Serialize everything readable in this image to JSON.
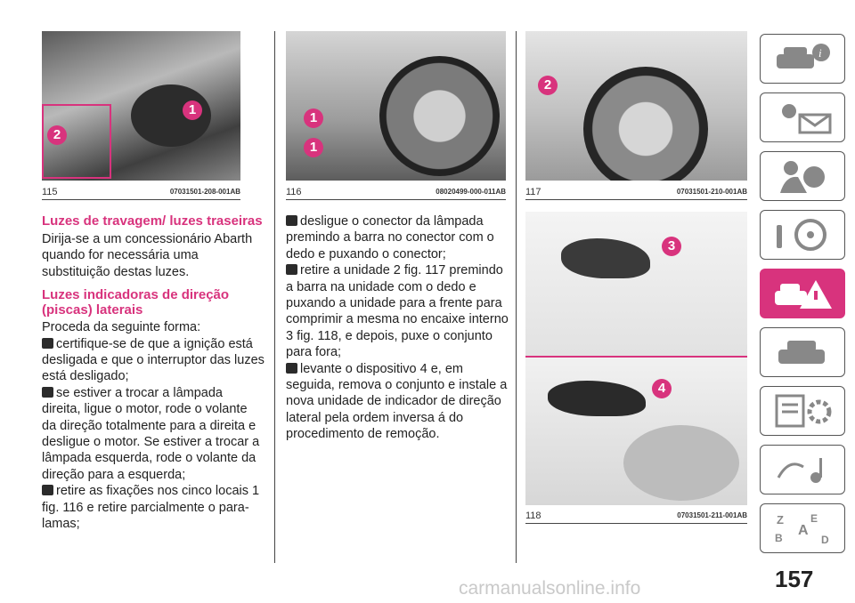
{
  "figures": [
    {
      "number": "115",
      "code": "07031501-208-001AB",
      "callouts": [
        "1",
        "2"
      ]
    },
    {
      "number": "116",
      "code": "08020499-000-011AB",
      "callouts": [
        "1",
        "1"
      ]
    },
    {
      "number": "117",
      "code": "07031501-210-001AB",
      "callouts": [
        "2"
      ]
    },
    {
      "number": "118",
      "code": "07031501-211-001AB",
      "callouts": [
        "3",
        "4"
      ]
    }
  ],
  "col1": {
    "heading1": "Luzes de travagem/ luzes traseiras",
    "para1": "Dirija-se a um concessionário Abarth quando for necessária uma substituição destas luzes.",
    "heading2": "Luzes indicadoras de direção (piscas) laterais",
    "intro": "Proceda da seguinte forma:",
    "steps": [
      "certifique-se de que a ignição está desligada e que o interruptor das luzes está desligado;",
      "se estiver a trocar a lâmpada direita, ligue o motor, rode o volante da direção totalmente para a direita e desligue o motor. Se estiver a trocar a lâmpada esquerda, rode o volante da direção para a esquerda;",
      "retire as fixações nos cinco locais 1 fig. 116 e retire parcialmente o para-lamas;"
    ]
  },
  "col2": {
    "steps": [
      "desligue o conector da lâmpada premindo a barra no conector com o dedo e puxando o conector;",
      "retire a unidade 2 fig. 117 premindo a barra na unidade com o dedo e puxando a unidade para a frente para comprimir a mesma no encaixe interno 3 fig. 118, e depois, puxe o conjunto para fora;",
      "levante o dispositivo 4 e, em seguida, remova o conjunto e instale a nova unidade de indicador de direção lateral pela ordem inversa á do procedimento de remoção."
    ]
  },
  "page_number": "157",
  "watermark": "carmanualsonline.info",
  "colors": {
    "accent": "#d8337d",
    "text": "#222222"
  },
  "sidebar_icons": [
    "car-info-icon",
    "warning-lights-icon",
    "airbag-safety-icon",
    "steering-wheel-icon",
    "emergency-icon",
    "car-maintenance-icon",
    "settings-list-icon",
    "multimedia-icon",
    "index-letters-icon"
  ]
}
